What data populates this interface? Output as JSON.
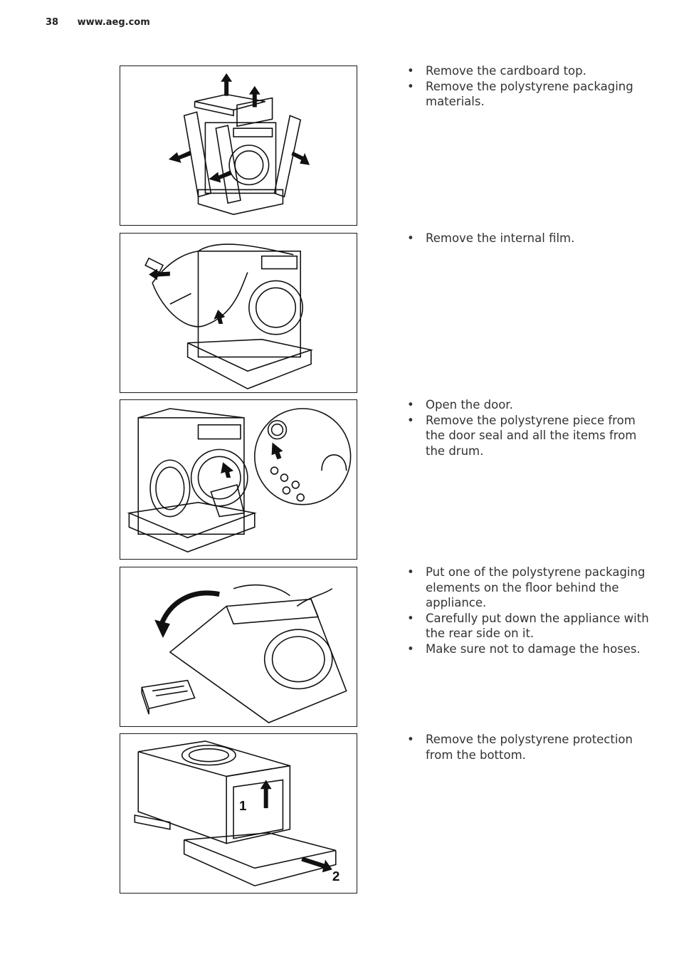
{
  "header": {
    "page_number": "38",
    "url": "www.aeg.com"
  },
  "steps": [
    {
      "bullets": [
        "Remove the cardboard top.",
        "Remove the polystyrene packaging materials."
      ]
    },
    {
      "bullets": [
        "Remove the internal film."
      ]
    },
    {
      "bullets": [
        "Open the door.",
        "Remove the polystyrene piece from the door seal and all the items from the drum."
      ]
    },
    {
      "bullets": [
        "Put one of the polystyrene packaging elements on the floor behind the appliance.",
        "Carefully put down the appliance with the rear side on it.",
        "Make sure not to damage the hoses."
      ]
    },
    {
      "bullets": [
        "Remove the polystyrene protection from the bottom."
      ],
      "figure_labels": [
        "1",
        "2"
      ]
    }
  ]
}
